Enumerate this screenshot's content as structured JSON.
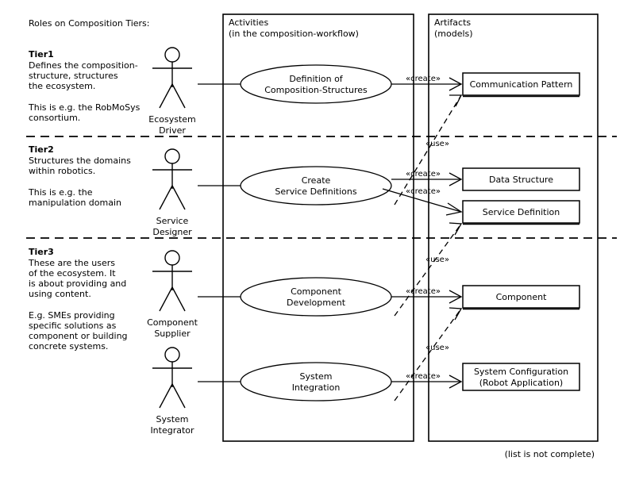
{
  "meta": {
    "heading": "Roles on Composition Tiers:",
    "footnote": "(list is not complete)"
  },
  "columns": {
    "activities": {
      "title": "Activities",
      "subtitle": "(in the composition-workflow)"
    },
    "artifacts": {
      "title": "Artifacts",
      "subtitle": "(models)"
    }
  },
  "tiers": [
    {
      "id": "tier1",
      "name": "Tier1",
      "desc_lines": [
        "Defines the composition-",
        "structure, structures",
        "the ecosystem."
      ],
      "example_lines": [
        "This is e.g. the RobMoSys",
        "consortium."
      ],
      "actor": {
        "name_lines": [
          "Ecosystem",
          "Driver"
        ]
      },
      "activity": {
        "label_lines": [
          "Definition of",
          "Composition-Structures"
        ]
      }
    },
    {
      "id": "tier2",
      "name": "Tier2",
      "desc_lines": [
        "Structures the domains",
        "within robotics."
      ],
      "example_lines": [
        "This is e.g. the",
        "manipulation domain"
      ],
      "actor": {
        "name_lines": [
          "Service",
          "Designer"
        ]
      },
      "activity": {
        "label_lines": [
          "Create",
          "Service Definitions"
        ]
      }
    },
    {
      "id": "tier3",
      "name": "Tier3",
      "desc_lines": [
        "These are the users",
        "of the ecosystem. It",
        "is about providing and",
        "using content."
      ],
      "example_lines": [
        "E.g. SMEs providing",
        "specific solutions as",
        "component or building",
        "concrete systems."
      ],
      "actors": [
        {
          "name_lines": [
            "Component",
            "Supplier"
          ]
        },
        {
          "name_lines": [
            "System",
            "Integrator"
          ]
        }
      ],
      "activities": [
        {
          "label_lines": [
            "Component",
            "Development"
          ]
        },
        {
          "label_lines": [
            "System",
            "Integration"
          ]
        }
      ]
    }
  ],
  "artifacts": [
    {
      "id": "communication-pattern",
      "label_lines": [
        "Communication Pattern"
      ]
    },
    {
      "id": "data-structure",
      "label_lines": [
        "Data Structure"
      ]
    },
    {
      "id": "service-definition",
      "label_lines": [
        "Service Definition"
      ]
    },
    {
      "id": "component",
      "label_lines": [
        "Component"
      ]
    },
    {
      "id": "system-configuration",
      "label_lines": [
        "System Configuration",
        "(Robot Application)"
      ]
    }
  ],
  "stereotypes": {
    "create": "«create»",
    "use": "«use»"
  },
  "edge_labels": [
    {
      "id": "create-comm-pattern",
      "text": "«create»"
    },
    {
      "id": "use-comm-pattern",
      "text": "«use»"
    },
    {
      "id": "create-data-structure",
      "text": "«create»"
    },
    {
      "id": "create-service-definition",
      "text": "«create»"
    },
    {
      "id": "use-service-definition",
      "text": "«use»"
    },
    {
      "id": "create-component",
      "text": "«create»"
    },
    {
      "id": "use-component",
      "text": "«use»"
    },
    {
      "id": "create-system-configuration",
      "text": "«create»"
    }
  ],
  "colors": {
    "stroke": "#000000",
    "background": "#ffffff"
  }
}
